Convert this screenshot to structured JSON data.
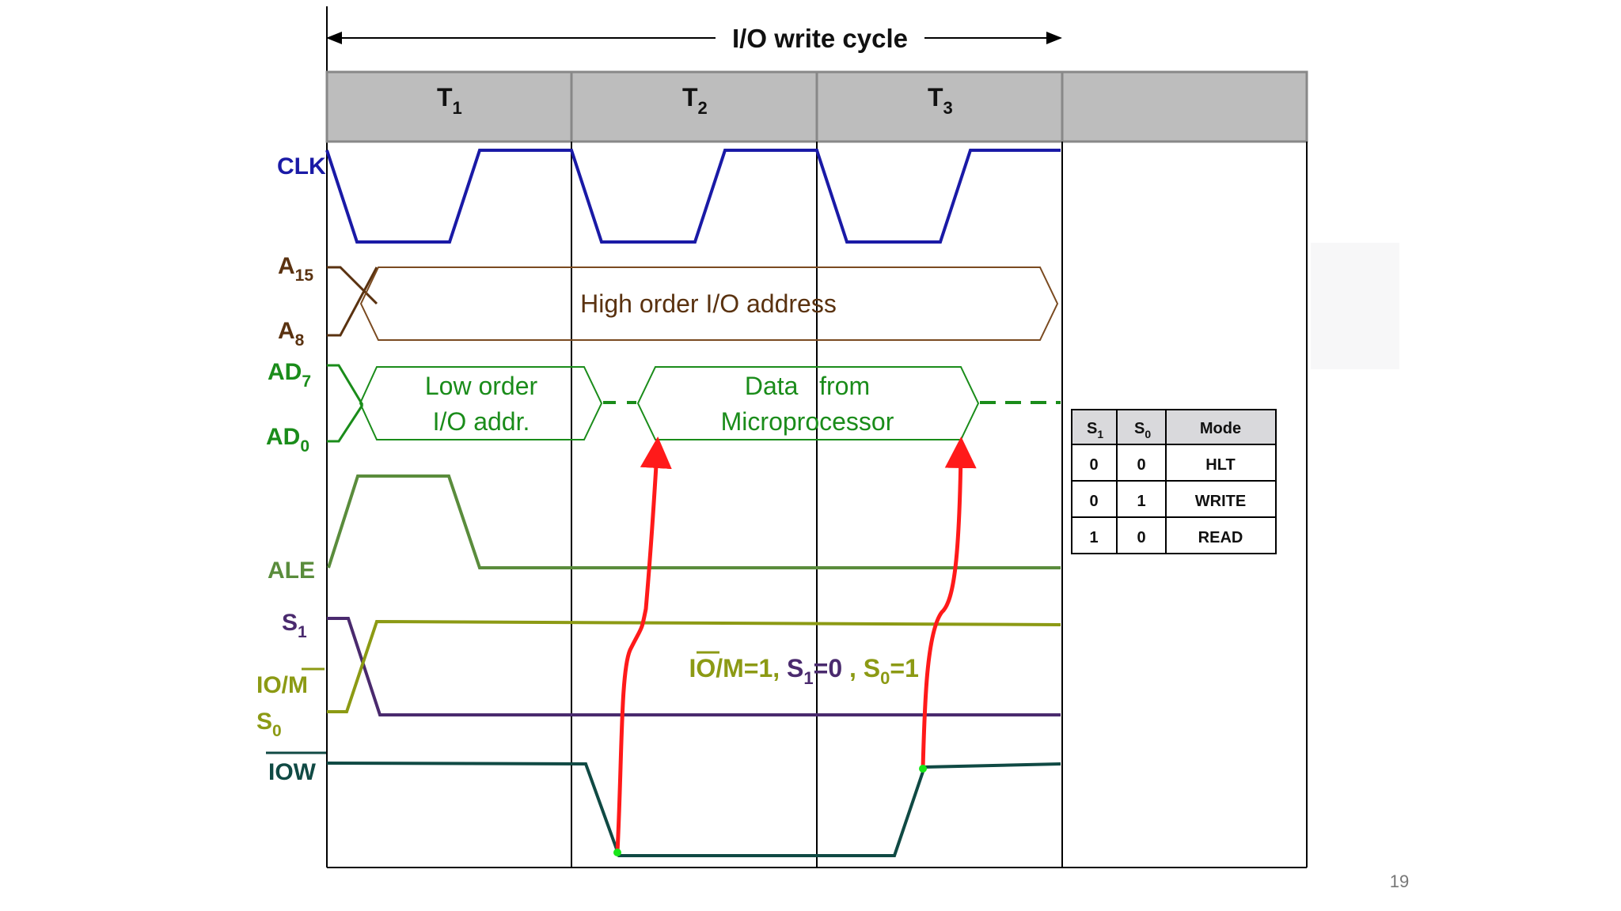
{
  "title": "I/O write cycle",
  "states": [
    {
      "label": "T",
      "sub": "1"
    },
    {
      "label": "T",
      "sub": "2"
    },
    {
      "label": "T",
      "sub": "3"
    }
  ],
  "signals": {
    "clk": "CLK",
    "a15": {
      "label": "A",
      "sub": "15"
    },
    "a8": {
      "label": "A",
      "sub": "8"
    },
    "ad7": {
      "label": "AD",
      "sub": "7"
    },
    "ad0": {
      "label": "AD",
      "sub": "0"
    },
    "ale": "ALE",
    "s1": {
      "label": "S",
      "sub": "1"
    },
    "iom": {
      "io": "IO/",
      "m": "M"
    },
    "s0": {
      "label": "S",
      "sub": "0"
    },
    "iow": "IOW"
  },
  "buses": {
    "high_addr": "High order I/O address",
    "low_addr_line1": "Low order",
    "low_addr_line2": "I/O addr.",
    "data_line1": "Data   from",
    "data_line2": "Microprocessor"
  },
  "status_note": {
    "iom_prefix": "IO/",
    "iom_m": "M",
    "iom_value": "=1, ",
    "s1_label": "S",
    "s1_sub": "1",
    "s1_value": "=0",
    "sep": " , ",
    "s0_label": "S",
    "s0_sub": "0",
    "s0_value": "=1"
  },
  "mode_table": {
    "headers": [
      {
        "label": "S",
        "sub": "1"
      },
      {
        "label": "S",
        "sub": "0"
      },
      {
        "label": "Mode",
        "sub": ""
      }
    ],
    "rows": [
      [
        "0",
        "0",
        "HLT"
      ],
      [
        "0",
        "1",
        "WRITE"
      ],
      [
        "1",
        "0",
        "READ"
      ]
    ]
  },
  "page_number": "19",
  "colors": {
    "clk": "#1a1aa6",
    "addr_high": "#5a3210",
    "ad_bus": "#1a8c1a",
    "ale": "#5a8c3c",
    "s1": "#4a2a6e",
    "iom": "#8c9a14",
    "iow": "#104a44",
    "arrow": "#ff1a1a",
    "header_bg": "#bdbdbd"
  }
}
